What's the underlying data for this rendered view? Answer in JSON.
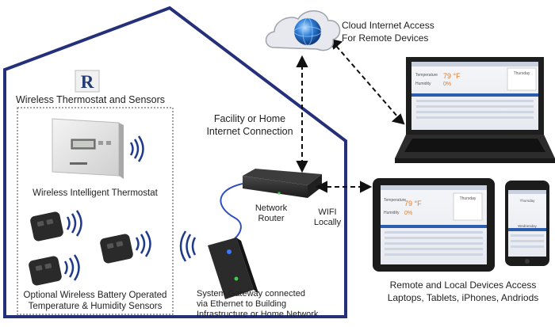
{
  "brand": {
    "logo_letter": "R"
  },
  "house": {
    "title": "Wireless Thermostat and Sensors",
    "thermostat_label": "Wireless Intelligent Thermostat",
    "sensors_label_line1": "Optional Wireless Battery Operated",
    "sensors_label_line2": "Temperature & Humidity Sensors",
    "connection_line1": "Facility or Home",
    "connection_line2": "Internet Connection",
    "router_line1": "Network",
    "router_line2": "Router",
    "wifi_line1": "WIFI",
    "wifi_line2": "Locally",
    "gateway_line1": "System Gateway connected",
    "gateway_line2": "via Ethernet to Building",
    "gateway_line3": "Infrastructure or Home Network"
  },
  "cloud": {
    "line1": "Cloud Internet Access",
    "line2": "For Remote Devices"
  },
  "devices": {
    "line1": "Remote and Local Devices Access",
    "line2": "Laptops, Tablets, iPhones, Andriods"
  },
  "screen": {
    "temperature_label": "Temperature",
    "temperature_value": "79 °F",
    "humidity_label": "Humidity",
    "humidity_value": "0%",
    "day1": "Thursday",
    "day2": "Wednesday"
  },
  "colors": {
    "outline": "#25307a",
    "accent_blue": "#2a5db0",
    "cable_blue": "#2f4fbf",
    "device_dark": "#2b2b2b",
    "text": "#1f1f1f"
  },
  "icons": [
    "logo-icon",
    "cloud-globe-icon",
    "router-icon",
    "laptop-icon",
    "tablet-icon",
    "phone-icon",
    "thermostat-icon",
    "sensor-icon",
    "gateway-icon",
    "wireless-signal-icon"
  ]
}
